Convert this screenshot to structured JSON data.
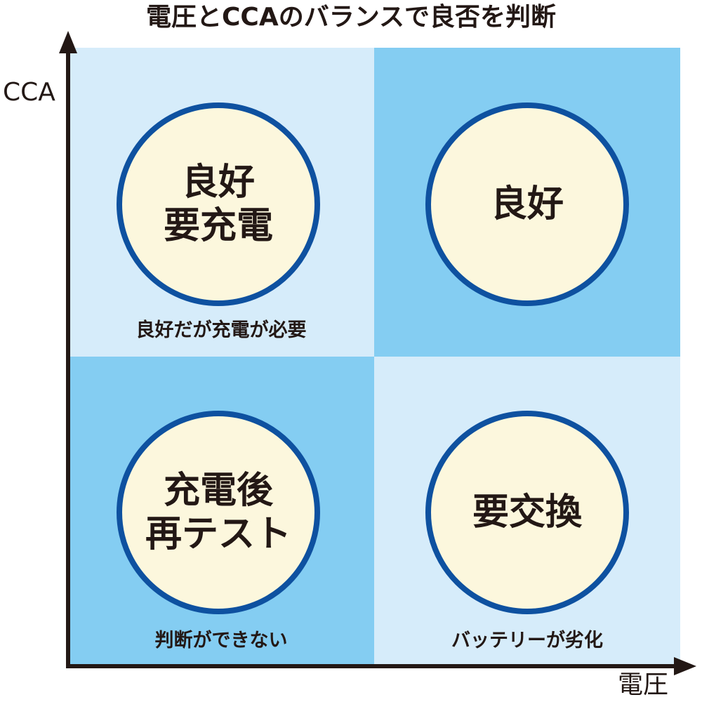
{
  "title": "電圧とCCAのバランスで良否を判断",
  "axes": {
    "y_label": "CCA",
    "x_label": "電圧"
  },
  "quadrants": {
    "top_left": {
      "lines": [
        "良好",
        "要充電"
      ],
      "note": "良好だが充電が必要"
    },
    "top_right": {
      "lines": [
        "良好"
      ],
      "note": ""
    },
    "bottom_left": {
      "lines": [
        "充電後",
        "再テスト"
      ],
      "note": "判断ができない"
    },
    "bottom_right": {
      "lines": [
        "要交換"
      ],
      "note": "バッテリーが劣化"
    }
  },
  "colors": {
    "light_quadrant": "#d6ecfa",
    "dark_quadrant": "#84cdf2",
    "circle_fill": "#fcf7dd",
    "circle_border": "#0e51a0",
    "axis": "#231815"
  }
}
